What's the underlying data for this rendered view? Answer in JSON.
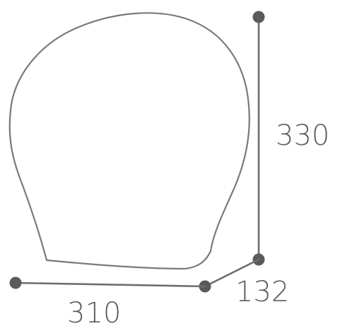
{
  "dimensions": {
    "height": "330",
    "width": "310",
    "depth": "132"
  },
  "colors": {
    "outline": "#7a7a7a",
    "dimension_line": "#6e6e6e",
    "dimension_dot": "#5a5a5a",
    "label_text": "#5e5e5e"
  }
}
